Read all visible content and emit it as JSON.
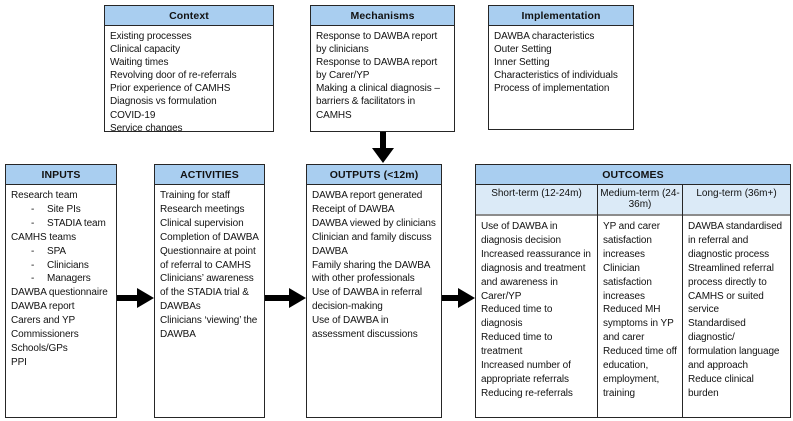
{
  "colors": {
    "header_blue": "#a9cef0",
    "subheader_blue": "#dbeaf7",
    "border": "#262626",
    "arrow": "#000000"
  },
  "top_row": {
    "context": {
      "title": "Context",
      "items": [
        "Existing processes",
        "Clinical capacity",
        "Waiting times",
        "Revolving door of re-referrals",
        "Prior experience of CAMHS",
        "Diagnosis vs formulation",
        "COVID-19",
        "Service changes"
      ]
    },
    "mechanisms": {
      "title": "Mechanisms",
      "items": [
        "Response to DAWBA report by clinicians",
        "Response to DAWBA report by Carer/YP",
        "Making a clinical diagnosis – barriers & facilitators in CAMHS"
      ]
    },
    "implementation": {
      "title": "Implementation",
      "items": [
        "DAWBA characteristics",
        "Outer Setting",
        "Inner Setting",
        "Characteristics of individuals",
        "Process of implementation"
      ]
    }
  },
  "bottom_row": {
    "inputs": {
      "title": "INPUTS",
      "items": [
        {
          "label": "Research team"
        },
        {
          "bullet": "-",
          "label": "Site PIs"
        },
        {
          "bullet": "-",
          "label": "STADIA team"
        },
        {
          "label": "CAMHS teams"
        },
        {
          "bullet": "-",
          "label": "SPA"
        },
        {
          "bullet": "-",
          "label": "Clinicians"
        },
        {
          "bullet": "-",
          "label": "Managers"
        },
        {
          "label": "DAWBA questionnaire"
        },
        {
          "label": "DAWBA report"
        },
        {
          "label": "Carers and YP"
        },
        {
          "label": "Commissioners"
        },
        {
          "label": "Schools/GPs"
        },
        {
          "label": "PPI"
        }
      ]
    },
    "activities": {
      "title": "ACTIVITIES",
      "items": [
        "Training for staff",
        "Research meetings",
        "Clinical supervision",
        "Completion of DAWBA",
        "Questionnaire at point of referral to CAMHS",
        "Clinicians’ awareness of the STADIA trial & DAWBAs",
        "Clinicians ‘viewing’ the DAWBA"
      ]
    },
    "outputs": {
      "title": "OUTPUTS (<12m)",
      "items": [
        "DAWBA report generated",
        "Receipt of DAWBA",
        "DAWBA viewed by clinicians",
        "Clinician and family discuss DAWBA",
        "Family sharing the DAWBA with other professionals",
        "Use of DAWBA in referral decision-making",
        "Use of DAWBA in assessment discussions"
      ]
    },
    "outcomes": {
      "title": "OUTCOMES",
      "columns": [
        {
          "header": "Short-term (12-24m)",
          "items": [
            "Use of DAWBA in diagnosis decision",
            "Increased reassurance in diagnosis and treatment and awareness in Carer/YP",
            "Reduced time to diagnosis",
            "Reduced time to treatment",
            "Increased number of appropriate referrals",
            "Reducing re-referrals"
          ]
        },
        {
          "header": "Medium-term (24-36m)",
          "items": [
            "YP and carer satisfaction increases",
            "Clinician satisfaction increases",
            "Reduced MH symptoms in YP and carer",
            "Reduced time off education, employment, training"
          ]
        },
        {
          "header": "Long-term (36m+)",
          "items": [
            "DAWBA standardised in referral and diagnostic process",
            "Streamlined referral process directly to CAMHS or suited service",
            "Standardised diagnostic/ formulation language and approach",
            "Reduce clinical burden"
          ]
        }
      ]
    }
  }
}
